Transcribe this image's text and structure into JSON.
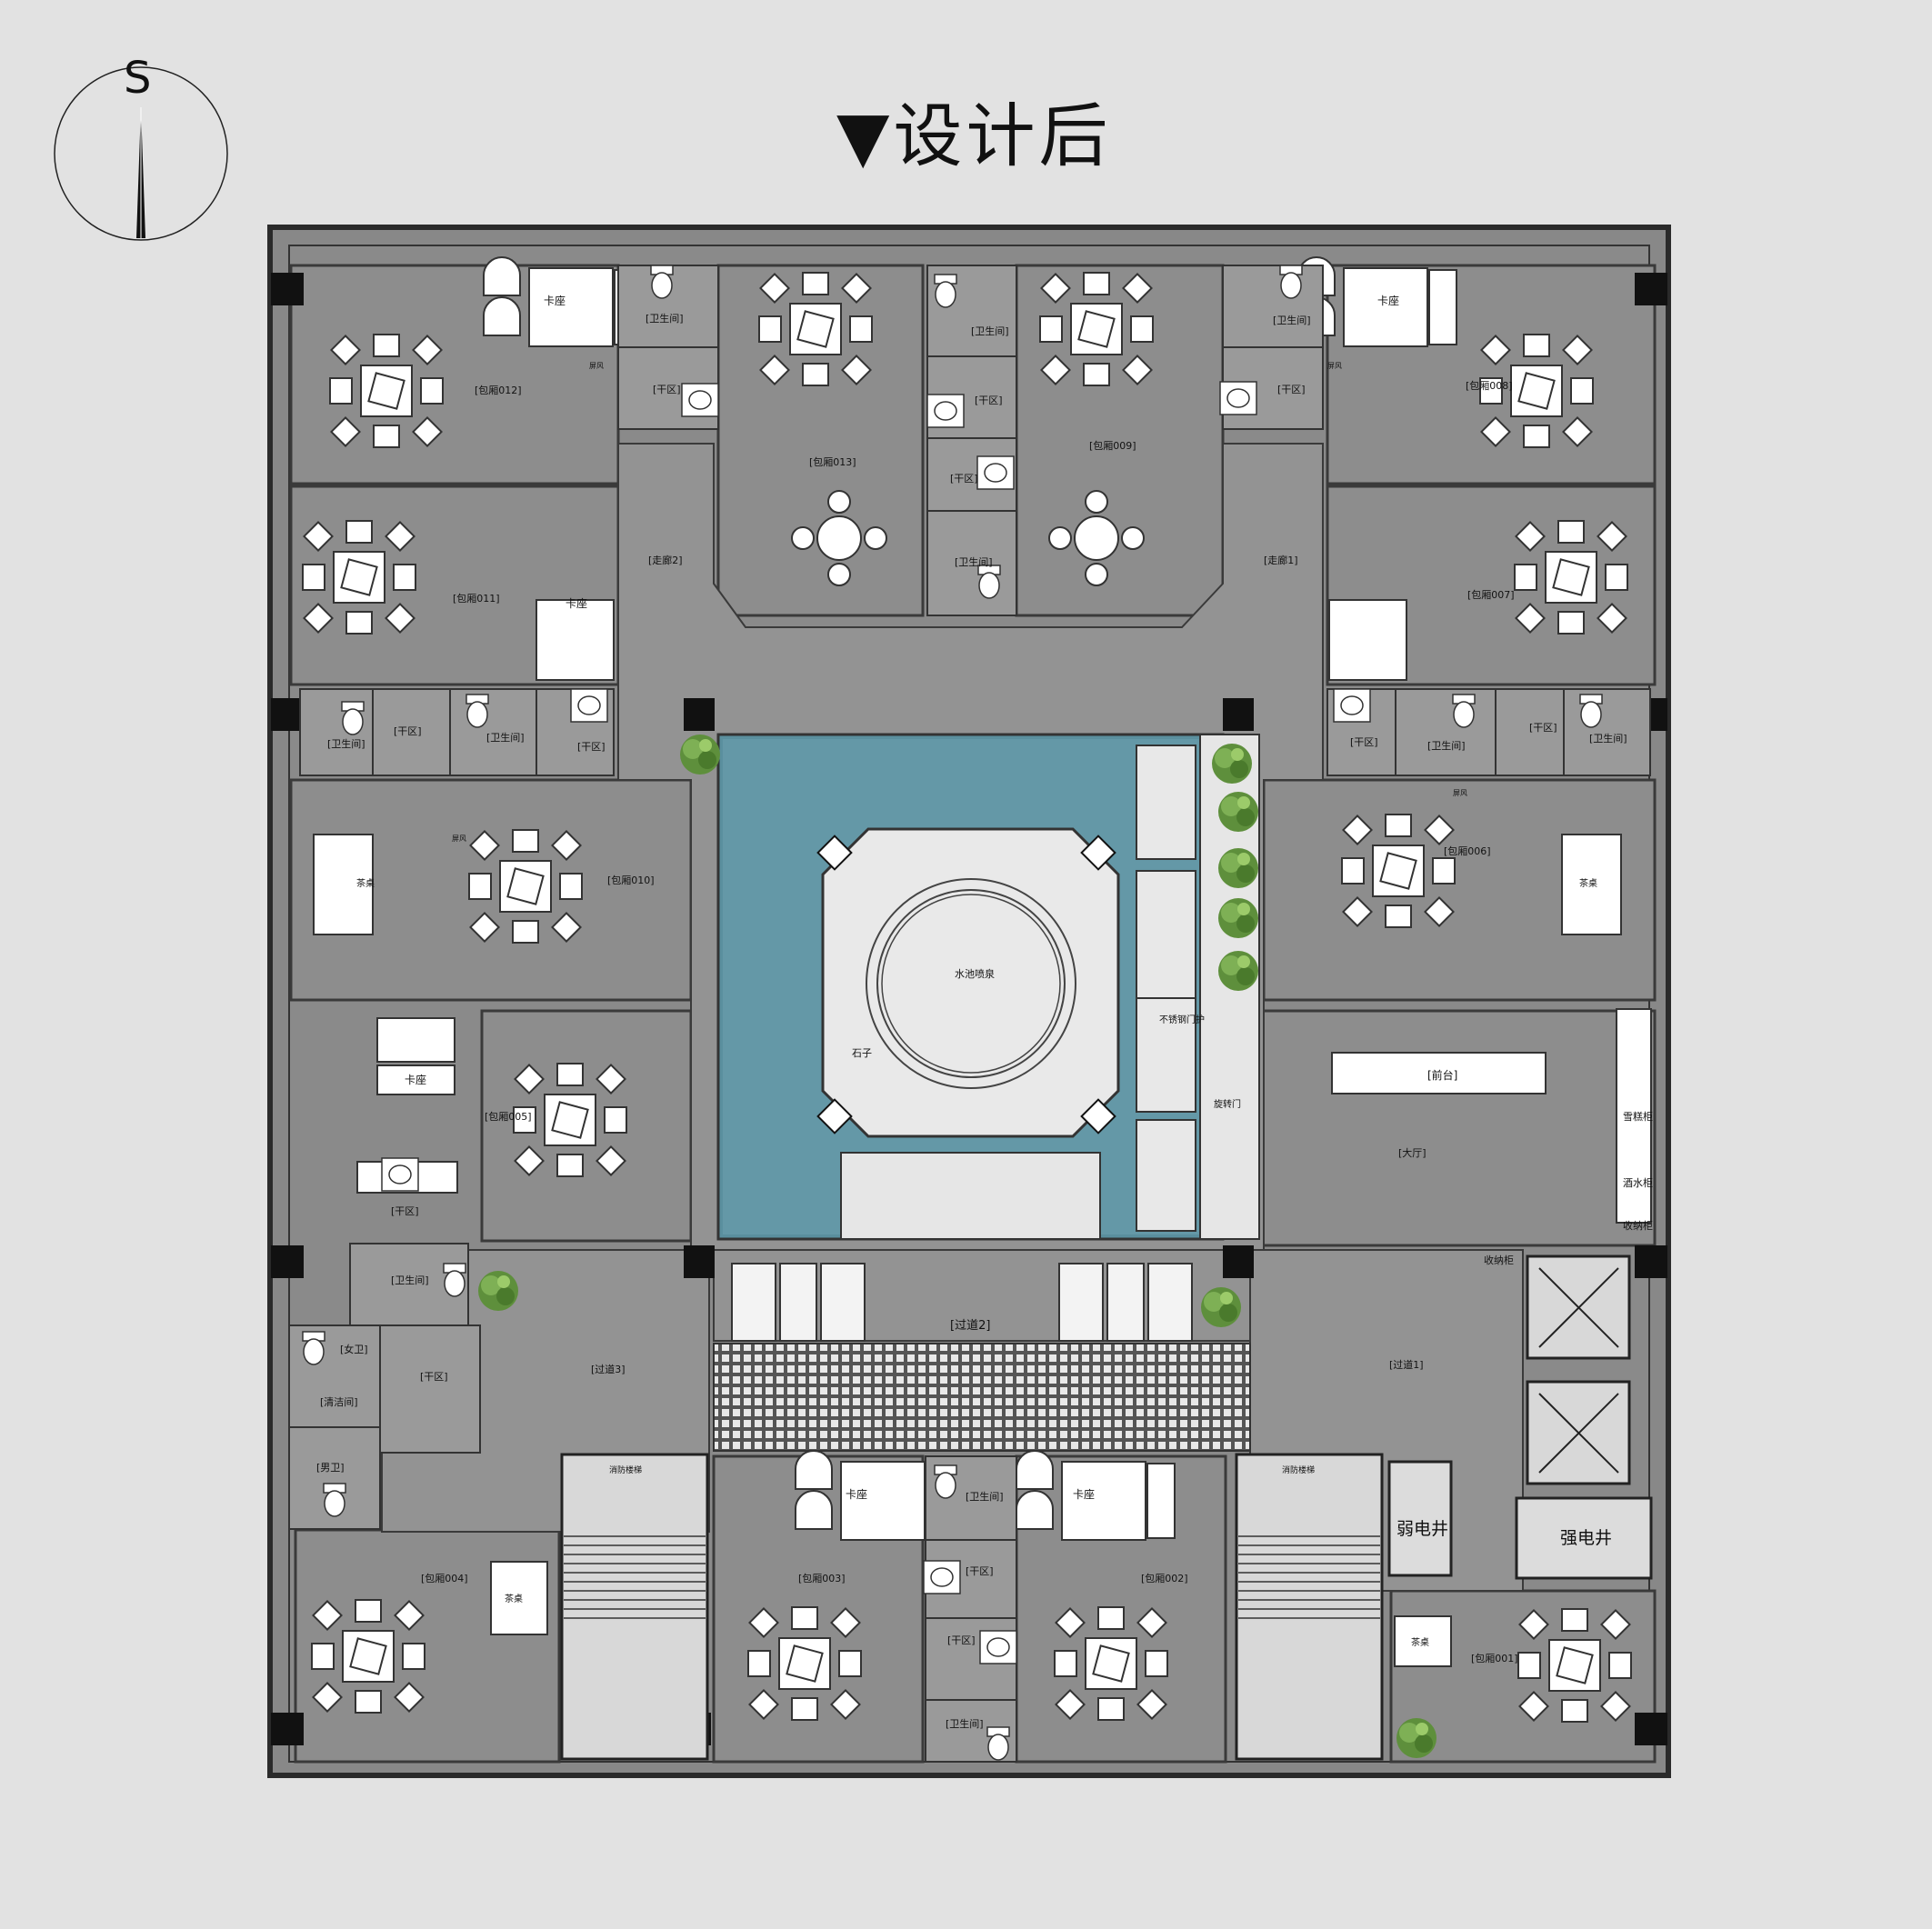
{
  "header": {
    "title": "▼设计后"
  },
  "compass": {
    "letter": "S"
  },
  "rooms": {
    "r012": "[包厢012]",
    "r013": "[包厢013]",
    "r009": "[包厢009]",
    "r008": "[包厢008]",
    "r011": "[包厢011]",
    "r007": "[包厢007]",
    "r010": "[包厢010]",
    "r006": "[包厢006]",
    "r005": "[包厢005]",
    "r004": "[包厢004]",
    "r003": "[包厢003]",
    "r002": "[包厢002]",
    "r001": "[包厢001]",
    "lobby": "[大厅]",
    "counter": "[前台]",
    "pass1": "[过道1]",
    "pass2": "[过道2]",
    "pass3": "[过道3]",
    "corr1": "[走廊1]",
    "corr2": "[走廊2]",
    "wc": "[卫生间]",
    "dry": "[干区]",
    "female": "[女卫]",
    "male": "[男卫]",
    "clean": "[清洁间]"
  },
  "fixtures": {
    "booth": "卡座",
    "tea": "茶桌",
    "storage": "收纳柜",
    "cake": "雪糕柜",
    "wine": "酒水柜",
    "weak_shaft": "弱电井",
    "strong_shaft": "强电井",
    "fountain": "水池喷泉",
    "stone": "石子",
    "stair": "消防楼梯",
    "screen": "屏风",
    "door": "旋转门",
    "stainless": "不锈钢门护"
  }
}
